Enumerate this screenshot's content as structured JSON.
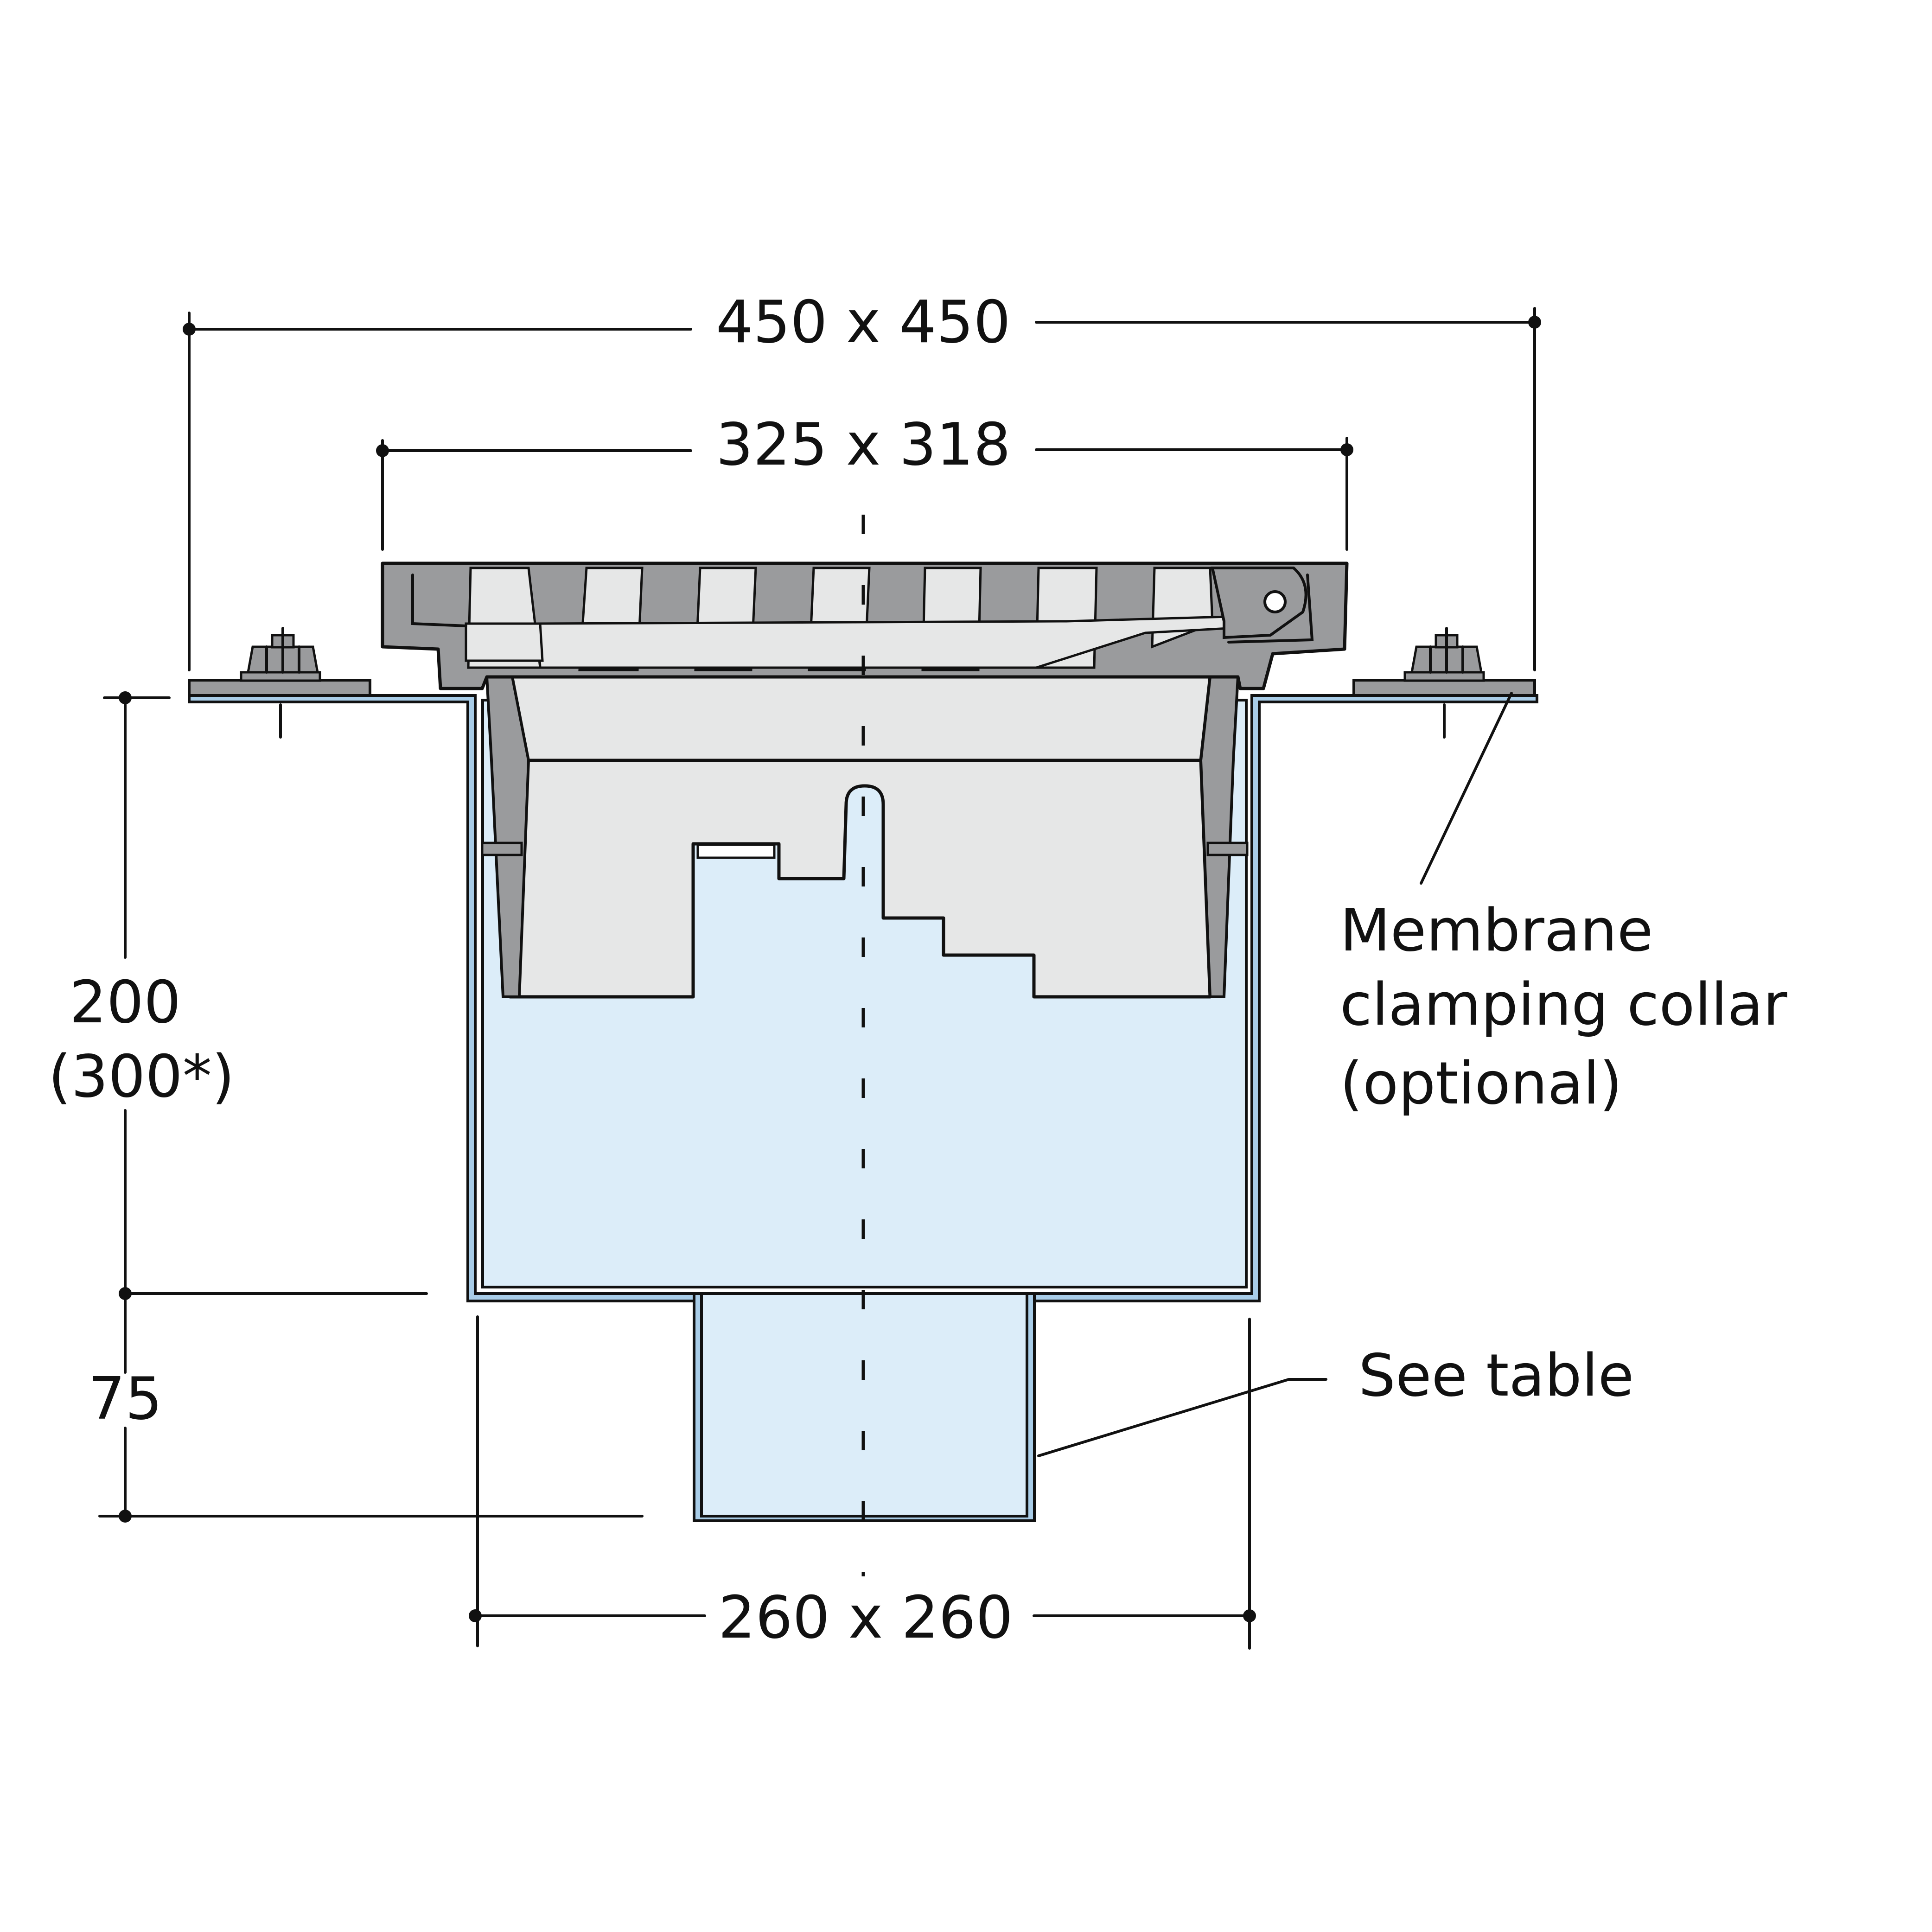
{
  "dimensions": {
    "overall_width": "450 x 450",
    "grating_width": "325 x 318",
    "body_width": "260 x 260",
    "body_height": "200",
    "body_height_alt": "(300*)",
    "outlet_height": "75"
  },
  "labels": {
    "collar_line1": "Membrane",
    "collar_line2": "clamping collar",
    "collar_line3": "(optional)",
    "outlet_note": "See table"
  },
  "colors": {
    "outline": "#111111",
    "casting_grey": "#9a9b9d",
    "insert_light": "#e6e7e7",
    "body_blue": "#dcedf9",
    "liner_blue": "#a9cde8"
  }
}
